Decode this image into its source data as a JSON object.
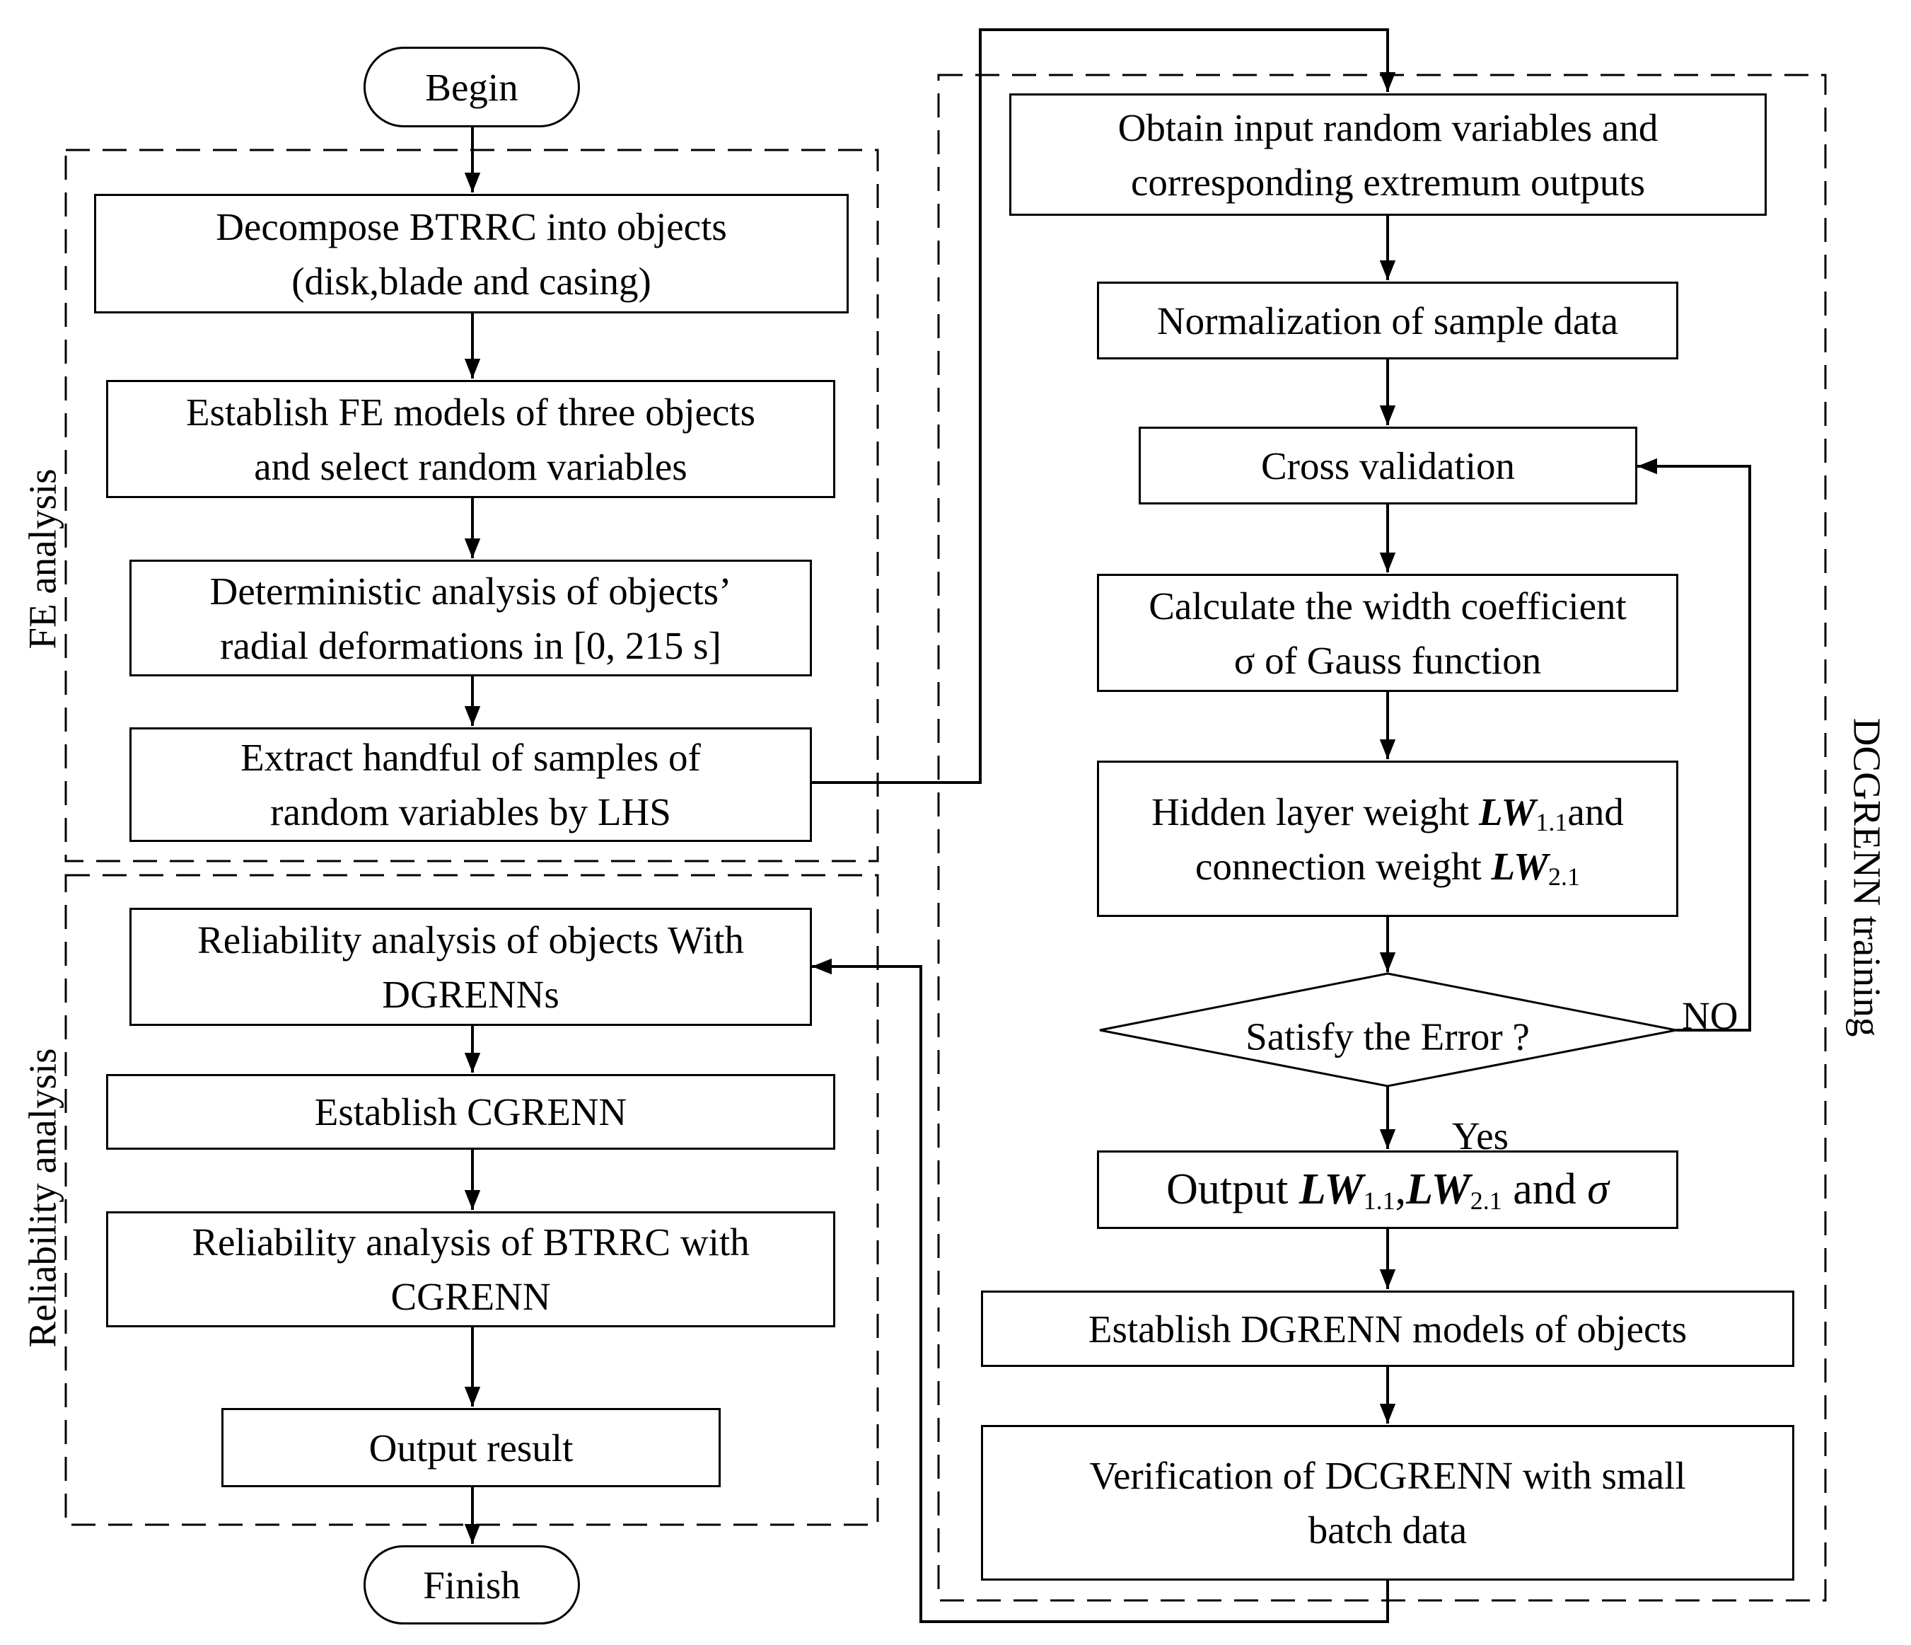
{
  "groups": {
    "fe_analysis": "FE analysis",
    "reliability_analysis": "Reliability analysis",
    "dcgrenn_training": "DCGRENN training"
  },
  "left": {
    "begin": "Begin",
    "decompose": [
      "Decompose BTRRC into objects",
      "(disk,blade and casing)"
    ],
    "establish_fe": [
      "Establish FE models of three objects",
      "and select random variables"
    ],
    "deterministic": [
      "Deterministic analysis of objects’",
      "radial deformations in [0, 215 s]"
    ],
    "extract": [
      "Extract handful of samples of",
      "random variables by LHS"
    ],
    "reliability_objects": [
      "Reliability analysis of objects With",
      "DGRENNs"
    ],
    "establish_cgrenn": "Establish CGRENN",
    "reliability_btrrc": [
      "Reliability analysis of BTRRC with",
      "CGRENN"
    ],
    "output_result": "Output result",
    "finish": "Finish"
  },
  "right": {
    "obtain": [
      "Obtain input random variables and",
      "corresponding extremum outputs"
    ],
    "normalization": "Normalization of sample data",
    "cross_validation": "Cross validation",
    "calculate": [
      "Calculate the width coefficient",
      "σ of Gauss function"
    ],
    "hidden": {
      "line1_prefix": "Hidden layer weight ",
      "line1_suffix": "and",
      "line2_prefix": "connection weight ",
      "lw": "LW",
      "sub11": "1.1",
      "sub21": "2.1"
    },
    "decision": "Satisfy the Error ?",
    "no_label": "NO",
    "yes_label": "Yes",
    "output": {
      "prefix": "Output ",
      "lw": "LW",
      "sub11": "1.1",
      "comma": ",",
      "sub21": "2.1",
      "and": " and ",
      "sigma": "σ"
    },
    "establish_dgrenn": "Establish DGRENN models of objects",
    "verification": [
      "Verification of DCGRENN with small",
      "batch data"
    ]
  }
}
